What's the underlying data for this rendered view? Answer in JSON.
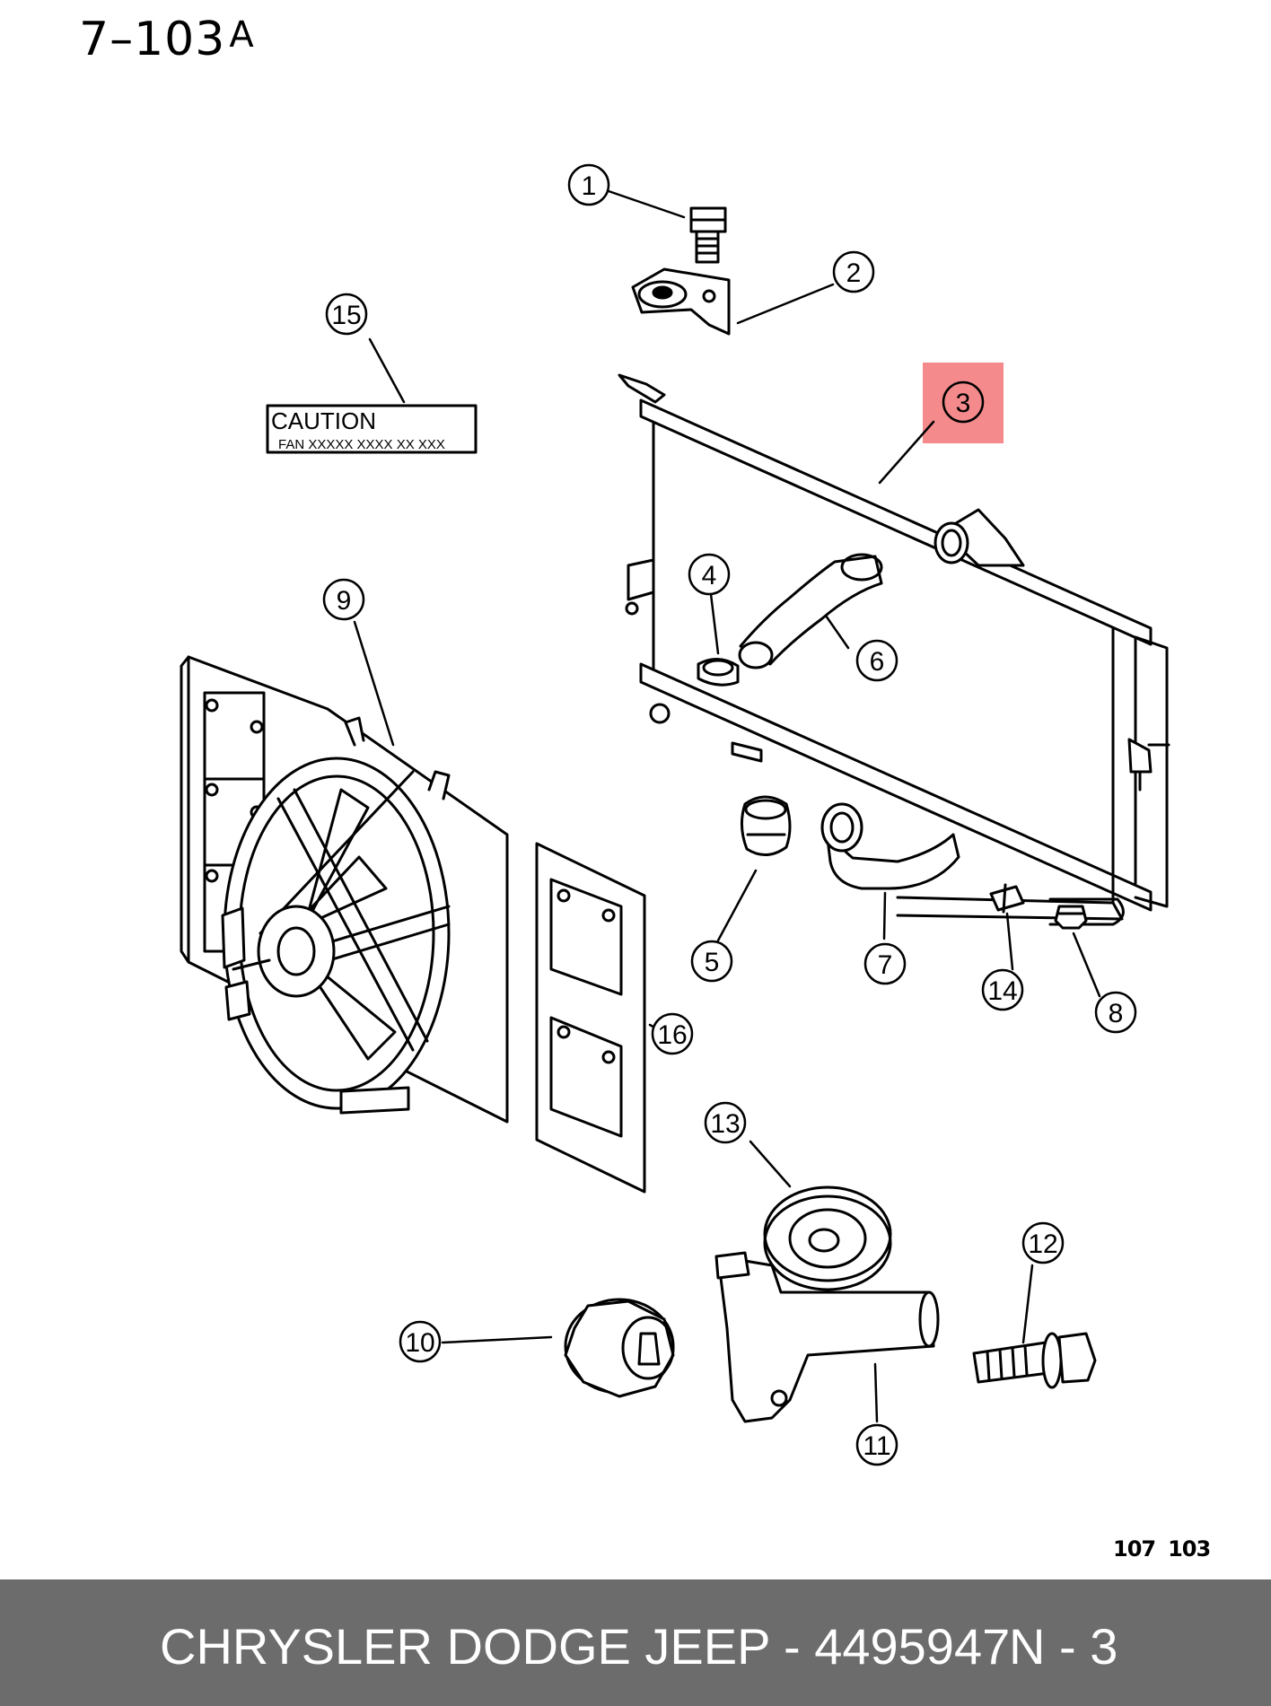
{
  "header": {
    "page_code": "7–103",
    "page_suffix": "A"
  },
  "figure_code": [
    "107",
    "103"
  ],
  "caution_label": {
    "title": "CAUTION",
    "text": "FAN XXXXX XXXX XX XXX"
  },
  "callouts": [
    {
      "id": "callout-1",
      "label": "1"
    },
    {
      "id": "callout-2",
      "label": "2"
    },
    {
      "id": "callout-3",
      "label": "3",
      "highlighted": true
    },
    {
      "id": "callout-4",
      "label": "4"
    },
    {
      "id": "callout-5",
      "label": "5"
    },
    {
      "id": "callout-6",
      "label": "6"
    },
    {
      "id": "callout-7",
      "label": "7"
    },
    {
      "id": "callout-8",
      "label": "8"
    },
    {
      "id": "callout-9",
      "label": "9"
    },
    {
      "id": "callout-10",
      "label": "10"
    },
    {
      "id": "callout-11",
      "label": "11"
    },
    {
      "id": "callout-12",
      "label": "12"
    },
    {
      "id": "callout-13",
      "label": "13"
    },
    {
      "id": "callout-14",
      "label": "14"
    },
    {
      "id": "callout-15",
      "label": "15"
    },
    {
      "id": "callout-16",
      "label": "16"
    }
  ],
  "highlight_color": "#f48a8c",
  "footer": {
    "text": "CHRYSLER DODGE JEEP - 4495947",
    "page": "N - 3",
    "background": "#6c6c6c"
  }
}
